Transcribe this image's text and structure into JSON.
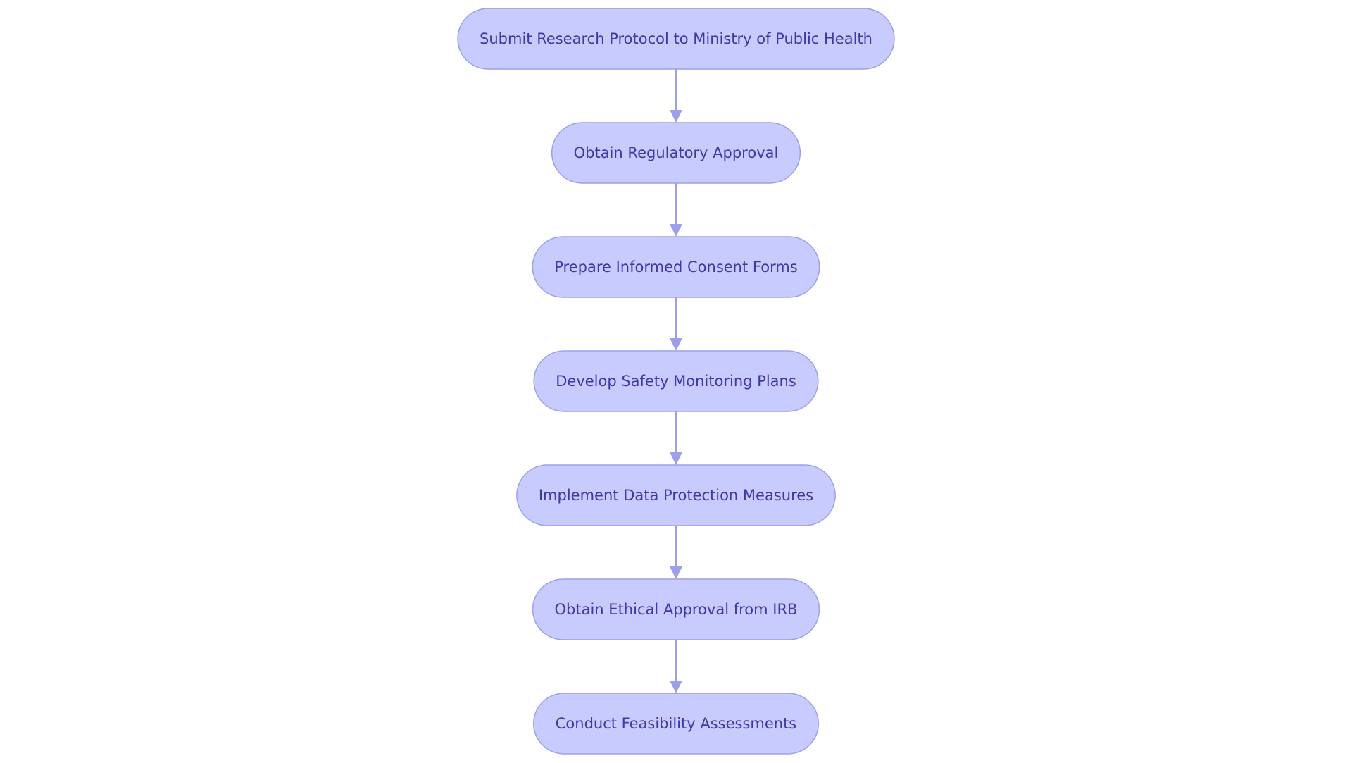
{
  "flowchart": {
    "nodes": [
      {
        "id": "n1",
        "label": "Submit Research Protocol to Ministry of Public Health"
      },
      {
        "id": "n2",
        "label": "Obtain Regulatory Approval"
      },
      {
        "id": "n3",
        "label": "Prepare Informed Consent Forms"
      },
      {
        "id": "n4",
        "label": "Develop Safety Monitoring Plans"
      },
      {
        "id": "n5",
        "label": "Implement Data Protection Measures"
      },
      {
        "id": "n6",
        "label": "Obtain Ethical Approval from IRB"
      },
      {
        "id": "n7",
        "label": "Conduct Feasibility Assessments"
      }
    ],
    "edges": [
      {
        "from": "n1",
        "to": "n2"
      },
      {
        "from": "n2",
        "to": "n3"
      },
      {
        "from": "n3",
        "to": "n4"
      },
      {
        "from": "n4",
        "to": "n5"
      },
      {
        "from": "n5",
        "to": "n6"
      },
      {
        "from": "n6",
        "to": "n7"
      }
    ],
    "colors": {
      "node_fill": "#c8cbfd",
      "node_stroke": "#9d9fe8",
      "edge": "#9d9fe8",
      "text": "#3a3aa8"
    }
  }
}
